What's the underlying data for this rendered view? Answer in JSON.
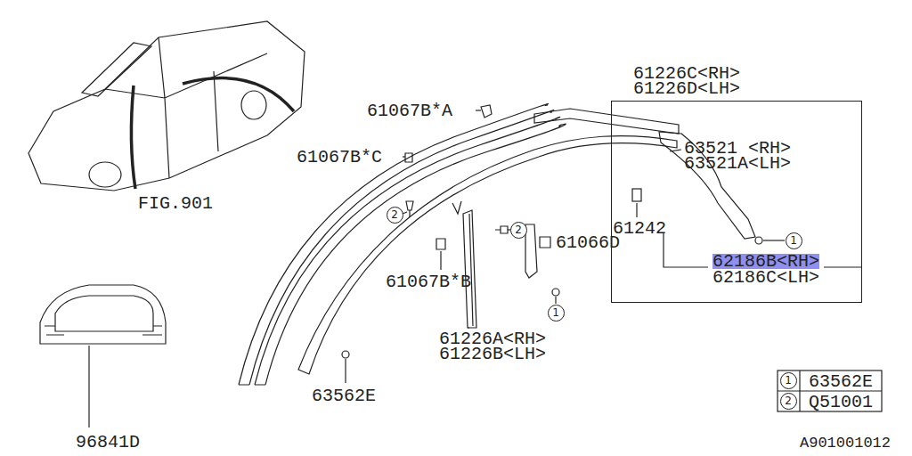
{
  "diagram": {
    "nodes": [
      {
        "text": [
          "61226C<RH> 61226D<LH>"
        ]
      }
    ],
    "labels": [
      "FIG.901",
      "96841D",
      "61067B*A",
      "61067B*C",
      "2",
      "61067B*B",
      "2",
      "61226A<RH> 61226B<LH>",
      "63562E",
      "1",
      "61066D",
      "63521 <RH> 63521A<LH>",
      "61242",
      "62186B<RH>",
      "62186C<LH>",
      "1",
      "1",
      "63562E",
      "2",
      "Q51001",
      "A901001012"
    ]
  }
}
